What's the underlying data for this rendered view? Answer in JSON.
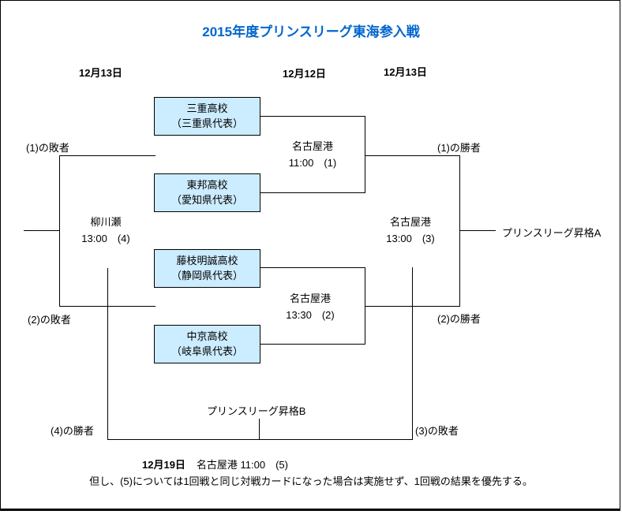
{
  "title": "2015年度プリンスリーグ東海参入戦",
  "colors": {
    "accent_blue": "#0066CC",
    "team_box_fill": "#CCECFF",
    "line_color": "#000000"
  },
  "column_dates": {
    "left": "12月13日",
    "center": "12月12日",
    "right": "12月13日"
  },
  "teams": [
    {
      "name": "三重高校",
      "prefecture": "（三重県代表）"
    },
    {
      "name": "東邦高校",
      "prefecture": "（愛知県代表）"
    },
    {
      "name": "藤枝明誠高校",
      "prefecture": "（静岡県代表）"
    },
    {
      "name": "中京高校",
      "prefecture": "（岐阜県代表）"
    }
  ],
  "matches": {
    "m1": {
      "venue": "名古屋港",
      "time": "11:00　(1)"
    },
    "m2": {
      "venue": "名古屋港",
      "time": "13:30　(2)"
    },
    "m3": {
      "venue": "名古屋港",
      "time": "13:00　(3)"
    },
    "m4": {
      "venue": "柳川瀬",
      "time": "13:00　(4)"
    }
  },
  "labels": {
    "loser1": "(1)の敗者",
    "loser2": "(2)の敗者",
    "winner1": "(1)の勝者",
    "winner2": "(2)の勝者",
    "winner4": "(4)の勝者",
    "loser3": "(3)の敗者",
    "promotion_a": "プリンスリーグ昇格A",
    "promotion_b": "プリンスリーグ昇格B"
  },
  "final_match": {
    "date": "12月19日",
    "details": "名古屋港 11:00　(5)"
  },
  "note": "但し、(5)については1回戦と同じ対戦カードになった場合は実施せず、1回戦の結果を優先する。"
}
